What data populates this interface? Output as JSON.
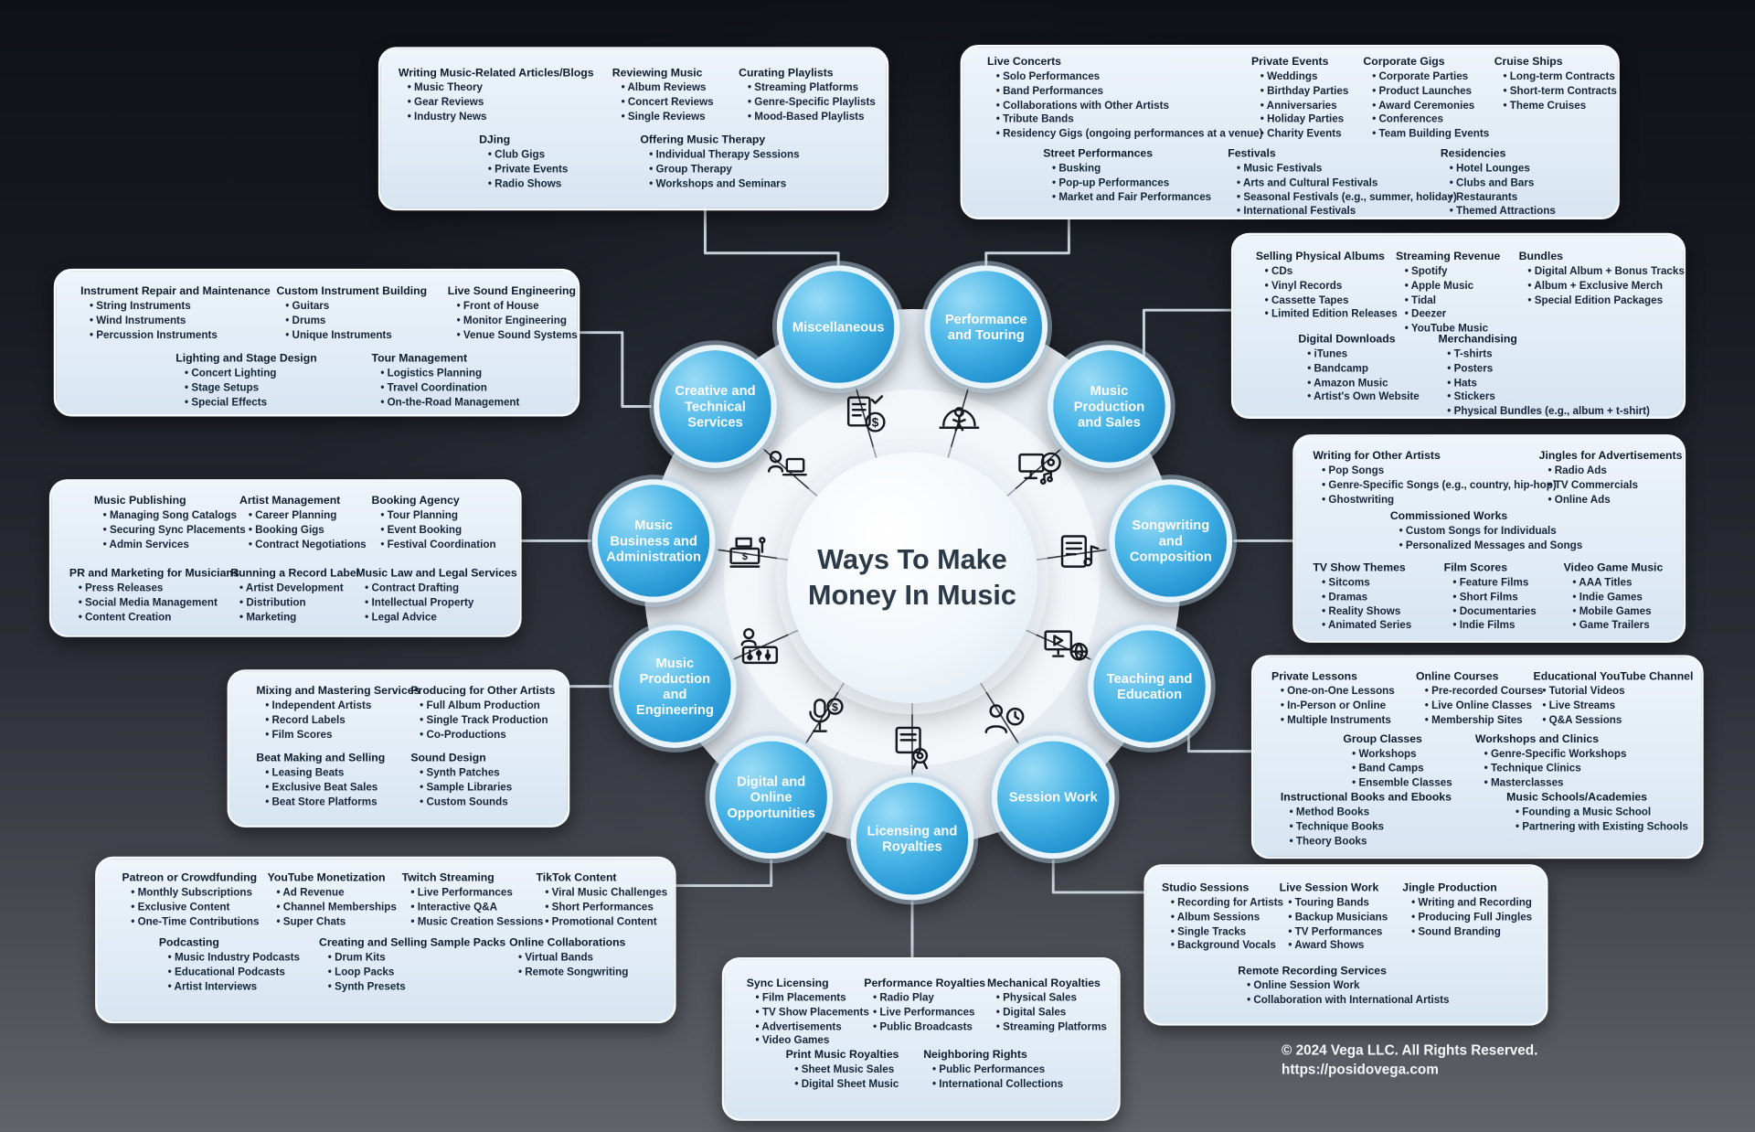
{
  "title": "Ways To Make Money In Music",
  "footer": {
    "line1": "© 2024 Vega LLC. All Rights Reserved.",
    "line2": "https://posidovega.com"
  },
  "categories": [
    {
      "id": "miscellaneous",
      "label": "Miscellaneous"
    },
    {
      "id": "performance",
      "label": "Performance and Touring"
    },
    {
      "id": "production_sales",
      "label": "Music Production and Sales"
    },
    {
      "id": "songwriting",
      "label": "Songwriting and Composition"
    },
    {
      "id": "teaching",
      "label": "Teaching and Education"
    },
    {
      "id": "session",
      "label": "Session Work"
    },
    {
      "id": "licensing",
      "label": "Licensing and Royalties"
    },
    {
      "id": "digital",
      "label": "Digital and Online Opportunities"
    },
    {
      "id": "engineering",
      "label": "Music Production and Engineering"
    },
    {
      "id": "business",
      "label": "Music Business and Administration"
    },
    {
      "id": "creative",
      "label": "Creative and Technical Services"
    }
  ],
  "boxes": {
    "miscellaneous": {
      "groups": [
        {
          "title": "Writing Music-Related Articles/Blogs",
          "items": [
            "Music Theory",
            "Gear Reviews",
            "Industry News"
          ]
        },
        {
          "title": "Reviewing Music",
          "items": [
            "Album Reviews",
            "Concert Reviews",
            "Single Reviews"
          ]
        },
        {
          "title": "Curating Playlists",
          "items": [
            "Streaming Platforms",
            "Genre-Specific Playlists",
            "Mood-Based Playlists"
          ]
        },
        {
          "title": "DJing",
          "items": [
            "Club Gigs",
            "Private Events",
            "Radio Shows"
          ]
        },
        {
          "title": "Offering Music Therapy",
          "items": [
            "Individual Therapy Sessions",
            "Group Therapy",
            "Workshops and Seminars"
          ]
        }
      ]
    },
    "performance": {
      "groups": [
        {
          "title": "Live Concerts",
          "items": [
            "Solo Performances",
            "Band Performances",
            "Collaborations with Other Artists",
            "Tribute Bands",
            "Residency Gigs (ongoing performances at a venue)"
          ]
        },
        {
          "title": "Private Events",
          "items": [
            "Weddings",
            "Birthday Parties",
            "Anniversaries",
            "Holiday Parties",
            "Charity Events"
          ]
        },
        {
          "title": "Corporate Gigs",
          "items": [
            "Corporate Parties",
            "Product Launches",
            "Award Ceremonies",
            "Conferences",
            "Team Building Events"
          ]
        },
        {
          "title": "Cruise Ships",
          "items": [
            "Long-term Contracts",
            "Short-term Contracts",
            "Theme Cruises"
          ]
        },
        {
          "title": "Street Performances",
          "items": [
            "Busking",
            "Pop-up Performances",
            "Market and Fair Performances"
          ]
        },
        {
          "title": "Festivals",
          "items": [
            "Music Festivals",
            "Arts and Cultural Festivals",
            "Seasonal Festivals (e.g., summer, holiday)",
            "International Festivals"
          ]
        },
        {
          "title": "Residencies",
          "items": [
            "Hotel Lounges",
            "Clubs and Bars",
            "Restaurants",
            "Themed Attractions"
          ]
        }
      ]
    },
    "production_sales": {
      "groups": [
        {
          "title": "Selling Physical Albums",
          "items": [
            "CDs",
            "Vinyl Records",
            "Cassette Tapes",
            "Limited Edition Releases"
          ]
        },
        {
          "title": "Streaming Revenue",
          "items": [
            "Spotify",
            "Apple Music",
            "Tidal",
            "Deezer",
            "YouTube Music"
          ]
        },
        {
          "title": "Bundles",
          "items": [
            "Digital Album + Bonus Tracks",
            "Album + Exclusive Merch",
            "Special Edition Packages"
          ]
        },
        {
          "title": "Digital Downloads",
          "items": [
            "iTunes",
            "Bandcamp",
            "Amazon Music",
            "Artist's Own Website"
          ]
        },
        {
          "title": "Merchandising",
          "items": [
            "T-shirts",
            "Posters",
            "Hats",
            "Stickers",
            "Physical Bundles (e.g., album + t-shirt)"
          ]
        }
      ]
    },
    "songwriting": {
      "groups": [
        {
          "title": "Writing for Other Artists",
          "items": [
            "Pop Songs",
            "Genre-Specific Songs (e.g., country, hip-hop)",
            "Ghostwriting"
          ]
        },
        {
          "title": "Jingles for Advertisements",
          "items": [
            "Radio Ads",
            "TV Commercials",
            "Online Ads"
          ]
        },
        {
          "title": "Commissioned Works",
          "items": [
            "Custom Songs for Individuals",
            "Personalized Messages and Songs"
          ]
        },
        {
          "title": "TV Show Themes",
          "items": [
            "Sitcoms",
            "Dramas",
            "Reality Shows",
            "Animated Series"
          ]
        },
        {
          "title": "Film Scores",
          "items": [
            "Feature Films",
            "Short Films",
            "Documentaries",
            "Indie Films"
          ]
        },
        {
          "title": "Video Game Music",
          "items": [
            "AAA Titles",
            "Indie Games",
            "Mobile Games",
            "Game Trailers"
          ]
        }
      ]
    },
    "teaching": {
      "groups": [
        {
          "title": "Private Lessons",
          "items": [
            "One-on-One Lessons",
            "In-Person or Online",
            "Multiple Instruments"
          ]
        },
        {
          "title": "Online Courses",
          "items": [
            "Pre-recorded Courses",
            "Live Online Classes",
            "Membership Sites"
          ]
        },
        {
          "title": "Educational YouTube Channel",
          "items": [
            "Tutorial Videos",
            "Live Streams",
            "Q&A Sessions"
          ]
        },
        {
          "title": "Group Classes",
          "items": [
            "Workshops",
            "Band Camps",
            "Ensemble Classes"
          ]
        },
        {
          "title": "Workshops and Clinics",
          "items": [
            "Genre-Specific Workshops",
            "Technique Clinics",
            "Masterclasses"
          ]
        },
        {
          "title": "Instructional Books and Ebooks",
          "items": [
            "Method Books",
            "Technique Books",
            "Theory Books"
          ]
        },
        {
          "title": "Music Schools/Academies",
          "items": [
            "Founding a Music School",
            "Partnering with Existing Schools"
          ]
        }
      ]
    },
    "session": {
      "groups": [
        {
          "title": "Studio Sessions",
          "items": [
            "Recording for Artists",
            "Album Sessions",
            "Single Tracks",
            "Background Vocals"
          ]
        },
        {
          "title": "Live Session Work",
          "items": [
            "Touring Bands",
            "Backup Musicians",
            "TV Performances",
            "Award Shows"
          ]
        },
        {
          "title": "Jingle Production",
          "items": [
            "Writing and Recording",
            "Producing Full Jingles",
            "Sound Branding"
          ]
        },
        {
          "title": "Remote Recording Services",
          "items": [
            "Online Session Work",
            "Collaboration with International Artists"
          ]
        }
      ]
    },
    "licensing": {
      "groups": [
        {
          "title": "Sync Licensing",
          "items": [
            "Film Placements",
            "TV Show Placements",
            "Advertisements",
            "Video Games"
          ]
        },
        {
          "title": "Performance Royalties",
          "items": [
            "Radio Play",
            "Live Performances",
            "Public Broadcasts"
          ]
        },
        {
          "title": "Mechanical Royalties",
          "items": [
            "Physical Sales",
            "Digital Sales",
            "Streaming Platforms"
          ]
        },
        {
          "title": "Print Music Royalties",
          "items": [
            "Sheet Music Sales",
            "Digital Sheet Music"
          ]
        },
        {
          "title": "Neighboring Rights",
          "items": [
            "Public Performances",
            "International Collections"
          ]
        }
      ]
    },
    "digital": {
      "groups": [
        {
          "title": "Patreon or Crowdfunding",
          "items": [
            "Monthly Subscriptions",
            "Exclusive Content",
            "One-Time Contributions"
          ]
        },
        {
          "title": "YouTube Monetization",
          "items": [
            "Ad Revenue",
            "Channel Memberships",
            "Super Chats"
          ]
        },
        {
          "title": "Twitch Streaming",
          "items": [
            "Live Performances",
            "Interactive Q&A",
            "Music Creation Sessions"
          ]
        },
        {
          "title": "TikTok Content",
          "items": [
            "Viral Music Challenges",
            "Short Performances",
            "Promotional Content"
          ]
        },
        {
          "title": "Podcasting",
          "items": [
            "Music Industry Podcasts",
            "Educational Podcasts",
            "Artist Interviews"
          ]
        },
        {
          "title": "Creating and Selling Sample Packs",
          "items": [
            "Drum Kits",
            "Loop Packs",
            "Synth Presets"
          ]
        },
        {
          "title": "Online Collaborations",
          "items": [
            "Virtual Bands",
            "Remote Songwriting"
          ]
        }
      ]
    },
    "engineering": {
      "groups": [
        {
          "title": "Mixing and Mastering Services",
          "items": [
            "Independent Artists",
            "Record Labels",
            "Film Scores"
          ]
        },
        {
          "title": "Producing for Other Artists",
          "items": [
            "Full Album Production",
            "Single Track Production",
            "Co-Productions"
          ]
        },
        {
          "title": "Beat Making and Selling",
          "items": [
            "Leasing Beats",
            "Exclusive Beat Sales",
            "Beat Store Platforms"
          ]
        },
        {
          "title": "Sound Design",
          "items": [
            "Synth Patches",
            "Sample Libraries",
            "Custom Sounds"
          ]
        }
      ]
    },
    "business": {
      "groups": [
        {
          "title": "Music Publishing",
          "items": [
            "Managing Song Catalogs",
            "Securing Sync Placements",
            "Admin Services"
          ]
        },
        {
          "title": "Artist Management",
          "items": [
            "Career Planning",
            "Booking Gigs",
            "Contract Negotiations"
          ]
        },
        {
          "title": "Booking Agency",
          "items": [
            "Tour Planning",
            "Event Booking",
            "Festival Coordination"
          ]
        },
        {
          "title": "PR and Marketing for Musicians",
          "items": [
            "Press Releases",
            "Social Media Management",
            "Content Creation"
          ]
        },
        {
          "title": "Running a Record Label",
          "items": [
            "Artist Development",
            "Distribution",
            "Marketing"
          ]
        },
        {
          "title": "Music Law and Legal Services",
          "items": [
            "Contract Drafting",
            "Intellectual Property",
            "Legal Advice"
          ]
        }
      ]
    },
    "creative": {
      "groups": [
        {
          "title": "Instrument Repair and Maintenance",
          "items": [
            "String Instruments",
            "Wind Instruments",
            "Percussion Instruments"
          ]
        },
        {
          "title": "Custom Instrument Building",
          "items": [
            "Guitars",
            "Drums",
            "Unique Instruments"
          ]
        },
        {
          "title": "Live Sound Engineering",
          "items": [
            "Front of House",
            "Monitor Engineering",
            "Venue Sound Systems"
          ]
        },
        {
          "title": "Lighting and Stage Design",
          "items": [
            "Concert Lighting",
            "Stage Setups",
            "Special Effects"
          ]
        },
        {
          "title": "Tour Management",
          "items": [
            "Logistics Planning",
            "Travel Coordination",
            "On-the-Road Management"
          ]
        }
      ]
    }
  }
}
